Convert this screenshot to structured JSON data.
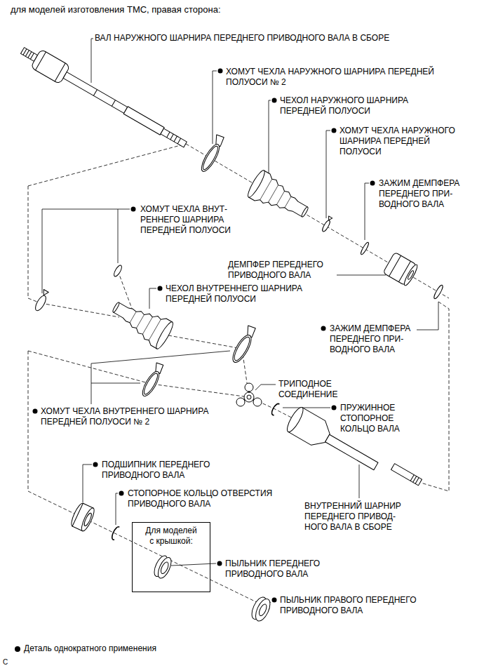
{
  "diagram": {
    "title": "для моделей изготовления ТМС, правая сторона:",
    "nodes": [
      {
        "text": [
          "Для моделей с крышкой:"
        ]
      }
    ],
    "labels": [
      "ВАЛ НАРУЖНОГО ШАРНИРА ПЕРЕДНЕГО ПРИВОДНОГО ВАЛА В СБОРЕ",
      "ХОМУТ ЧЕХЛА НАРУЖНОГО ШАРНИРА ПЕРЕДНЕЙ ПОЛУОСИ № 2",
      "ЧЕХОЛ НАРУЖНОГО ШАРНИРА ПЕРЕДНЕЙ ПОЛУОСИ",
      "ХОМУТ ЧЕХЛА НАРУЖНОГО ШАРНИРА ПЕРЕДНЕЙ ПОЛУОСИ",
      "ЗАЖИМ ДЕМПФЕРА ПЕРЕДНЕГО ПРИ- ВОДНОГО ВАЛА",
      "ХОМУТ ЧЕХЛА ВНУТ- РЕННЕГО ШАРНИРА ПЕРЕДНЕЙ ПОЛУОСИ",
      "ДЕМПФЕР ПЕРЕДНЕГО ПРИВОДНОГО ВАЛА",
      "ЧЕХОЛ ВНУТРЕННЕГО ШАРНИРА ПЕРЕДНЕЙ ПОЛУОСИ",
      "ЗАЖИМ ДЕМПФЕРА ПЕРЕДНЕГО ПРИ- ВОДНОГО ВАЛА",
      "ТРИПОДНОЕ СОЕДИНЕНИЕ",
      "ПРУЖИННОЕ СТОПОРНОЕ КОЛЬЦО ВАЛА",
      "ХОМУТ ЧЕХЛА ВНУТРЕННЕГО ШАРНИРА ПЕРЕДНЕЙ ПОЛУОСИ № 2",
      "ПОДШИПНИК ПЕРЕДНЕГО ПРИВОДНОГО ВАЛА",
      "СТОПОРНОЕ КОЛЬЦО ОТВЕРСТИЯ ПРИВОДНОГО ВАЛА",
      "ВНУТРЕННИЙ ШАРНИР ПЕРЕДНЕГО ПРИВОД- НОГО ВАЛА В СБОРЕ",
      "ПЫЛЬНИК ПЕРЕДНЕГО ПРИВОДНОГО ВАЛА",
      "ПЫЛЬНИК ПРАВОГО ПЕРЕДНЕГО ПРИВОДНОГО ВАЛА",
      "C"
    ],
    "legend": [
      {
        "text": "Деталь однократного применения"
      }
    ]
  }
}
